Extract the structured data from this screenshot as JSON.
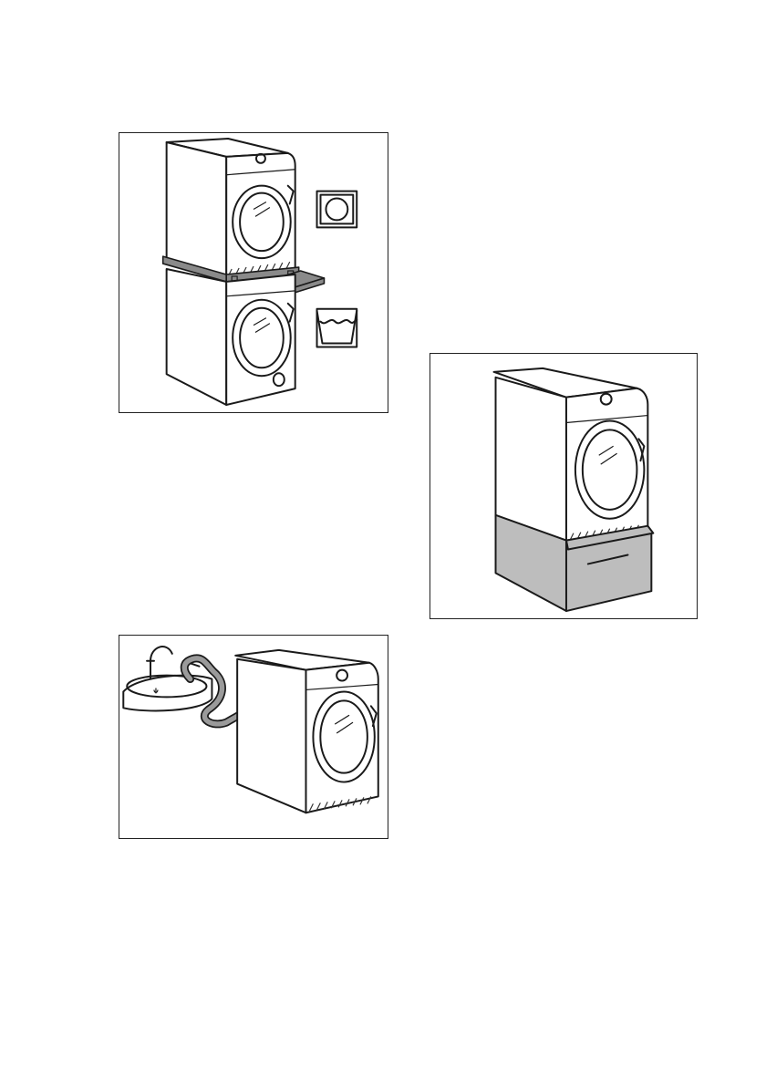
{
  "figures": [
    {
      "id": "stacking-kit",
      "icons": [
        "dryer-symbol-icon",
        "washer-symbol-icon"
      ]
    },
    {
      "id": "pedestal"
    },
    {
      "id": "sink-drain-hose"
    }
  ],
  "footer": {
    "text": ""
  }
}
